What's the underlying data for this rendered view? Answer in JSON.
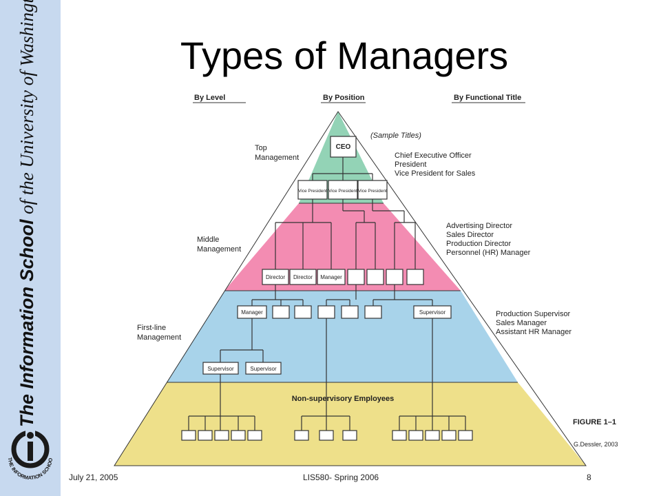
{
  "sidebar": {
    "school_name_bold": "The Information School",
    "school_name_rest": "of the University of Washington",
    "logo_text": "THE INFORMATION SCHOOL"
  },
  "slide": {
    "title": "Types of Managers"
  },
  "diagram": {
    "column_headers": [
      "By Level",
      "By Position",
      "By Functional Title"
    ],
    "sample_titles_note": "(Sample Titles)",
    "levels": [
      {
        "name_lines": [
          "Top",
          "Management"
        ],
        "color": "#93d3b6",
        "titles": [
          "Chief Executive Officer",
          "President",
          "Vice President for Sales"
        ],
        "boxes": [
          "CEO",
          "Vice President",
          "Vice President",
          "Vice President"
        ]
      },
      {
        "name_lines": [
          "Middle",
          "Management"
        ],
        "color": "#f38cb2",
        "titles": [
          "Advertising Director",
          "Sales Director",
          "Production Director",
          "Personnel (HR) Manager"
        ],
        "boxes": [
          "Director",
          "Director",
          "Manager"
        ]
      },
      {
        "name_lines": [
          "First-line",
          "Management"
        ],
        "color": "#a8d3ea",
        "titles": [
          "Production Supervisor",
          "Sales Manager",
          "Assistant HR Manager"
        ],
        "boxes": [
          "Manager",
          "Supervisor",
          "Supervisor",
          "Supervisor"
        ]
      },
      {
        "name_lines": [],
        "color": "#eee08a",
        "label": "Non-supervisory Employees",
        "titles": []
      }
    ],
    "figure_label": "FIGURE 1–1",
    "credit": "G.Dessler, 2003"
  },
  "footer": {
    "date": "July 21, 2005",
    "course": "LIS580- Spring 2006",
    "page": "8"
  }
}
